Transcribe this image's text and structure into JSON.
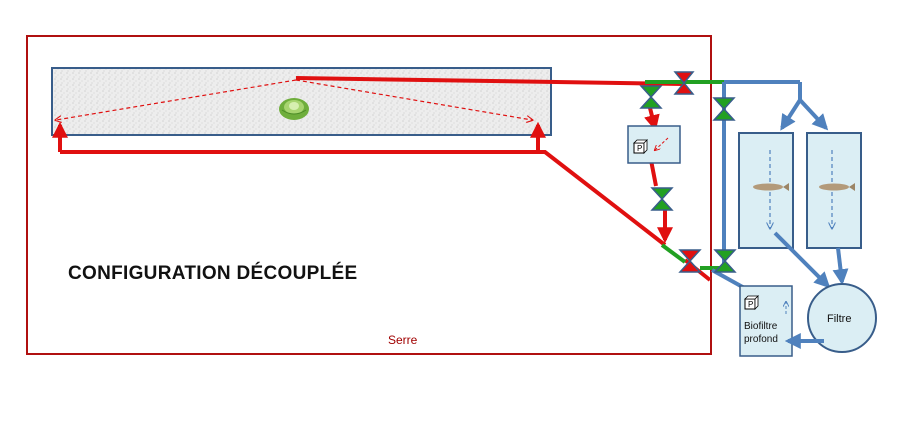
{
  "labels": {
    "config_title": "CONFIGURATION  DÉCOUPLÉE",
    "serre": "Serre",
    "biofiltre": "Biofiltre profond",
    "filtre": "Filtre",
    "pump_1": "P",
    "pump_2": "P"
  },
  "icons": {
    "lettuce": "lettuce-icon",
    "fish": "fish-icon",
    "valve": "valve-icon",
    "pump": "pump-icon"
  },
  "colors": {
    "serre_border": "#b01010",
    "red_flow": "#e01010",
    "blue_flow": "#4f81bd",
    "green_pipe": "#22a022",
    "tank_fill": "#dbeef4",
    "tank_border": "#385d8a",
    "bed_border": "#385d8a"
  }
}
